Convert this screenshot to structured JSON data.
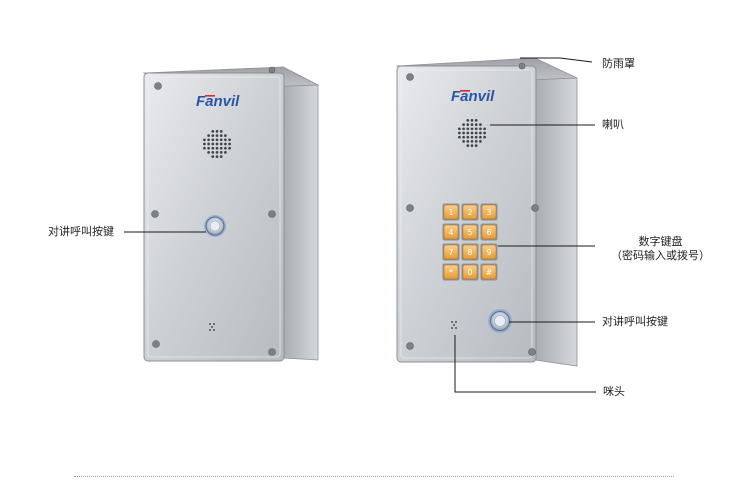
{
  "devices": [
    {
      "name": "single-button-door-phone",
      "logo": "Fanvil",
      "colors": {
        "panel": "#c9ccd0",
        "panel_edge": "#9ea2a7",
        "logo_blue": "#2a56a6",
        "logo_red": "#d52b2b",
        "button_ring": "#6f9fe0"
      }
    },
    {
      "name": "keypad-door-phone",
      "logo": "Fanvil",
      "keypad": {
        "keys": [
          "1",
          "2",
          "3",
          "4",
          "5",
          "6",
          "7",
          "8",
          "9",
          "*",
          "0",
          "#"
        ],
        "key_color": "#f0a23a"
      }
    }
  ],
  "labels": {
    "rain_cover": "防雨罩",
    "speaker": "喇叭",
    "keypad_line1": "数字键盘",
    "keypad_line2": "（密码输入或拨号）",
    "call_button_left": "对讲呼叫按键",
    "call_button_right": "对讲呼叫按键",
    "microphone": "咪头"
  },
  "colors": {
    "leader_line": "#1a1a1a",
    "separator": "#9a9a9a"
  }
}
